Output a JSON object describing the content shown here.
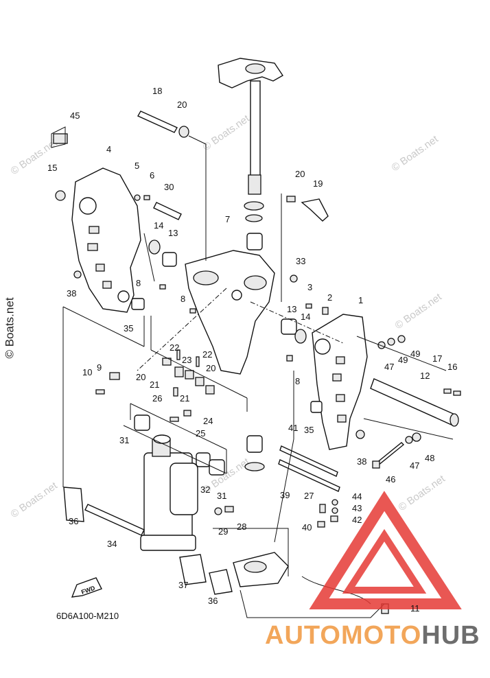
{
  "diagram_code": "6D6A100-M210",
  "fwd_label": "FWD",
  "watermark": "© Boats.net",
  "side_watermark": "© Boats.net",
  "brand": {
    "part1": "AUTO",
    "part2": "MOTO",
    "part3": "HUB",
    "color_accent": "#f2a65a",
    "color_dark": "#6d6d6d",
    "logo_red": "#e53935"
  },
  "callouts": [
    {
      "id": "1",
      "text": "1"
    },
    {
      "id": "2",
      "text": "2"
    },
    {
      "id": "3",
      "text": "3"
    },
    {
      "id": "4",
      "text": "4"
    },
    {
      "id": "5",
      "text": "5"
    },
    {
      "id": "6",
      "text": "6"
    },
    {
      "id": "7",
      "text": "7"
    },
    {
      "id": "8a",
      "text": "8"
    },
    {
      "id": "8b",
      "text": "8"
    },
    {
      "id": "8c",
      "text": "8"
    },
    {
      "id": "9",
      "text": "9"
    },
    {
      "id": "10",
      "text": "10"
    },
    {
      "id": "11",
      "text": "11"
    },
    {
      "id": "12",
      "text": "12"
    },
    {
      "id": "13a",
      "text": "13"
    },
    {
      "id": "13b",
      "text": "13"
    },
    {
      "id": "14a",
      "text": "14"
    },
    {
      "id": "14b",
      "text": "14"
    },
    {
      "id": "15",
      "text": "15"
    },
    {
      "id": "16",
      "text": "16"
    },
    {
      "id": "17",
      "text": "17"
    },
    {
      "id": "18",
      "text": "18"
    },
    {
      "id": "19",
      "text": "19"
    },
    {
      "id": "20a",
      "text": "20"
    },
    {
      "id": "20b",
      "text": "20"
    },
    {
      "id": "20c",
      "text": "20"
    },
    {
      "id": "20d",
      "text": "20"
    },
    {
      "id": "21a",
      "text": "21"
    },
    {
      "id": "21b",
      "text": "21"
    },
    {
      "id": "22a",
      "text": "22"
    },
    {
      "id": "22b",
      "text": "22"
    },
    {
      "id": "23",
      "text": "23"
    },
    {
      "id": "24",
      "text": "24"
    },
    {
      "id": "25",
      "text": "25"
    },
    {
      "id": "26",
      "text": "26"
    },
    {
      "id": "27",
      "text": "27"
    },
    {
      "id": "28",
      "text": "28"
    },
    {
      "id": "29",
      "text": "29"
    },
    {
      "id": "30",
      "text": "30"
    },
    {
      "id": "31a",
      "text": "31"
    },
    {
      "id": "31b",
      "text": "31"
    },
    {
      "id": "32",
      "text": "32"
    },
    {
      "id": "33",
      "text": "33"
    },
    {
      "id": "34",
      "text": "34"
    },
    {
      "id": "35a",
      "text": "35"
    },
    {
      "id": "35b",
      "text": "35"
    },
    {
      "id": "36a",
      "text": "36"
    },
    {
      "id": "36b",
      "text": "36"
    },
    {
      "id": "37",
      "text": "37"
    },
    {
      "id": "38a",
      "text": "38"
    },
    {
      "id": "38b",
      "text": "38"
    },
    {
      "id": "39",
      "text": "39"
    },
    {
      "id": "40",
      "text": "40"
    },
    {
      "id": "41",
      "text": "41"
    },
    {
      "id": "42",
      "text": "42"
    },
    {
      "id": "43",
      "text": "43"
    },
    {
      "id": "44",
      "text": "44"
    },
    {
      "id": "45",
      "text": "45"
    },
    {
      "id": "46",
      "text": "46"
    },
    {
      "id": "47a",
      "text": "47"
    },
    {
      "id": "47b",
      "text": "47"
    },
    {
      "id": "48",
      "text": "48"
    },
    {
      "id": "49a",
      "text": "49"
    },
    {
      "id": "49b",
      "text": "49"
    }
  ]
}
